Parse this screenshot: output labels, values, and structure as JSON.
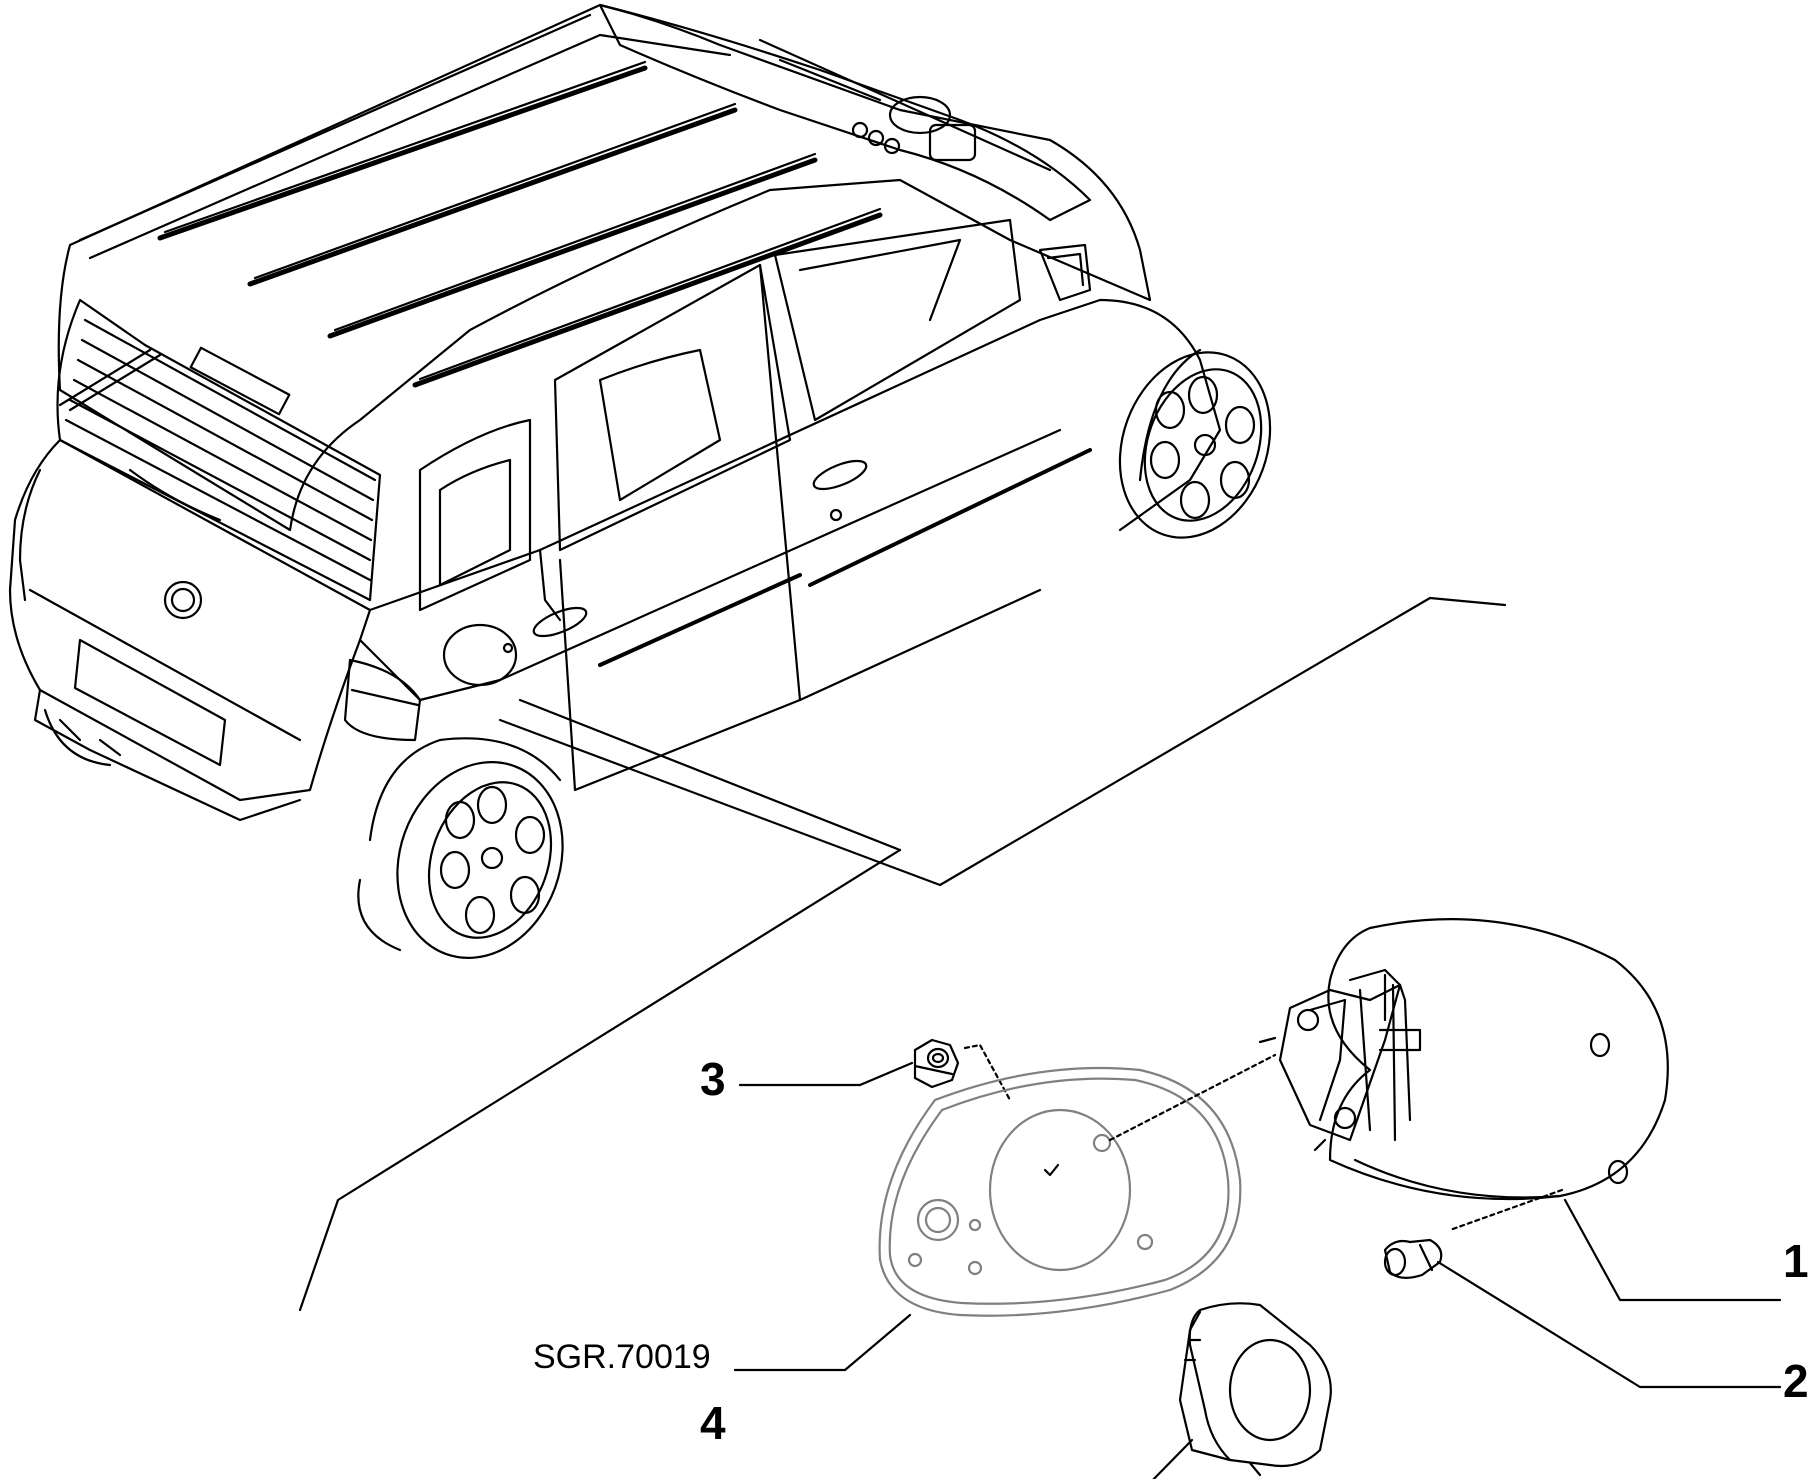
{
  "diagram": {
    "reference_code": "SGR.70019",
    "callouts": [
      {
        "id": "1",
        "label": "1"
      },
      {
        "id": "2",
        "label": "2"
      },
      {
        "id": "3",
        "label": "3"
      },
      {
        "id": "4",
        "label": "4"
      }
    ]
  },
  "colors": {
    "line": "#000000",
    "background": "#ffffff",
    "seal": "#808080"
  }
}
